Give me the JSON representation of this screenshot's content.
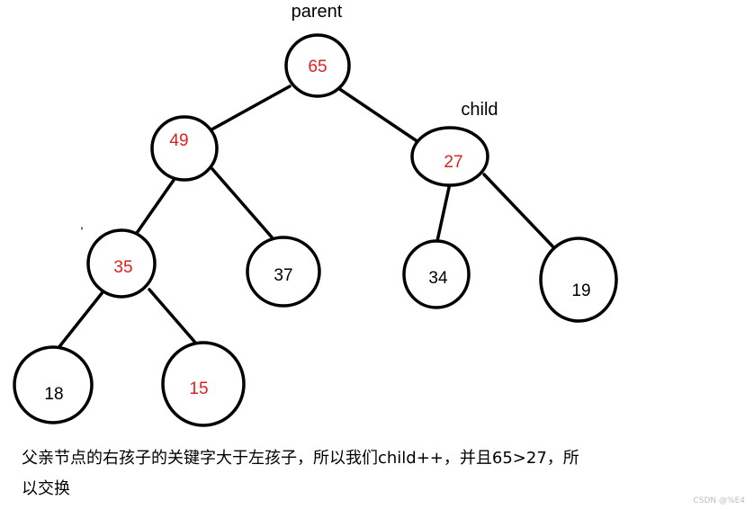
{
  "labels": {
    "parent": "parent",
    "child": "child",
    "tick": "'"
  },
  "colors": {
    "highlight": "#e02020",
    "normal": "#000000",
    "edge": "#000000"
  },
  "nodes": {
    "n65": {
      "value": "65",
      "highlight": true
    },
    "n49": {
      "value": "49",
      "highlight": true
    },
    "n27": {
      "value": "27",
      "highlight": true
    },
    "n35": {
      "value": "35",
      "highlight": true
    },
    "n37": {
      "value": "37",
      "highlight": false
    },
    "n34": {
      "value": "34",
      "highlight": false
    },
    "n19": {
      "value": "19",
      "highlight": false
    },
    "n18": {
      "value": "18",
      "highlight": false
    },
    "n15": {
      "value": "15",
      "highlight": true
    }
  },
  "caption": {
    "line1": "父亲节点的右孩子的关键字大于左孩子，所以我们child++，并且65>27，所",
    "line2": "以交换"
  },
  "watermark": "CSDN @%E4"
}
